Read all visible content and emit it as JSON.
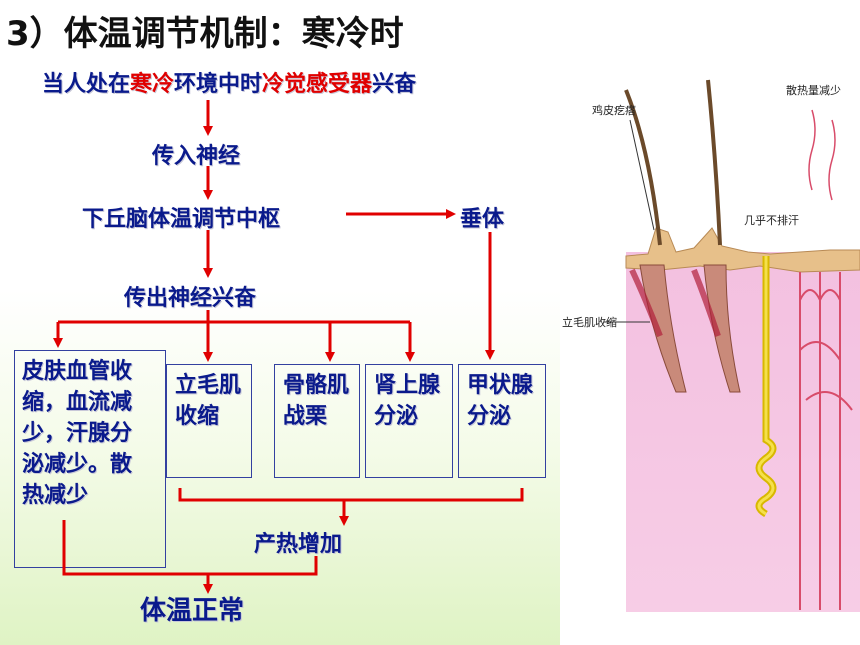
{
  "title": "3）体温调节机制：寒冷时",
  "stimulus": {
    "part1": "当人处在",
    "part2": "寒冷",
    "part3": "环境中时",
    "part4": "冷觉感受器",
    "part5": "兴奋"
  },
  "afferent": "传入神经",
  "center": "下丘脑体温调节中枢",
  "pituitary": "垂体",
  "efferent": "传出神经兴奋",
  "effectors": {
    "skin": "皮肤血管收缩，血流减少，汗腺分泌减少。散热减少",
    "piloerection": "立毛肌收缩",
    "shiver": "骨骼肌战栗",
    "adrenal": "肾上腺分泌",
    "thyroid": "甲状腺分泌"
  },
  "heat_up": "产热增加",
  "result": "体温正常",
  "skin_figure": {
    "goosebump_label": "鸡皮疙瘩",
    "sweat_label": "几乎不排汗",
    "heat_loss_label": "散热量减少",
    "muscle_label": "立毛肌收缩"
  },
  "colors": {
    "arrow_red": "#e00000",
    "text_blue": "#0a1a8c",
    "skin_pink": "#f0b8dc",
    "gland_yellow": "#f5e04a"
  }
}
